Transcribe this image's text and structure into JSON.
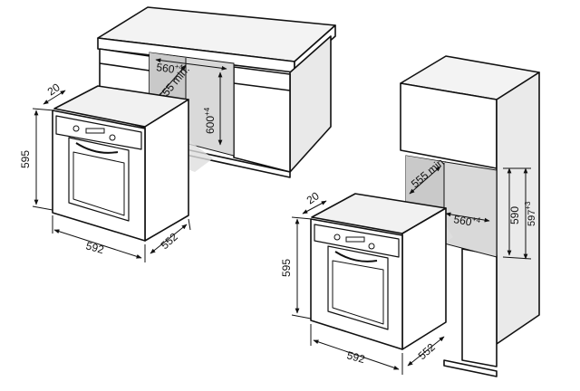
{
  "left_installation": {
    "oven_height": "595",
    "oven_width": "592",
    "oven_depth": "552",
    "front_offset": "20",
    "niche_width": "560",
    "niche_width_tolerance": "+4",
    "niche_min_depth": "555 min.",
    "niche_height": "600",
    "niche_height_tolerance": "+4"
  },
  "right_installation": {
    "oven_height": "595",
    "oven_width": "592",
    "oven_depth": "552",
    "front_offset": "20",
    "niche_width": "560",
    "niche_width_tolerance": "+4",
    "niche_min_depth": "555 min.",
    "niche_height_a": "590",
    "niche_height_b": "597",
    "niche_height_b_tolerance": "+3"
  }
}
